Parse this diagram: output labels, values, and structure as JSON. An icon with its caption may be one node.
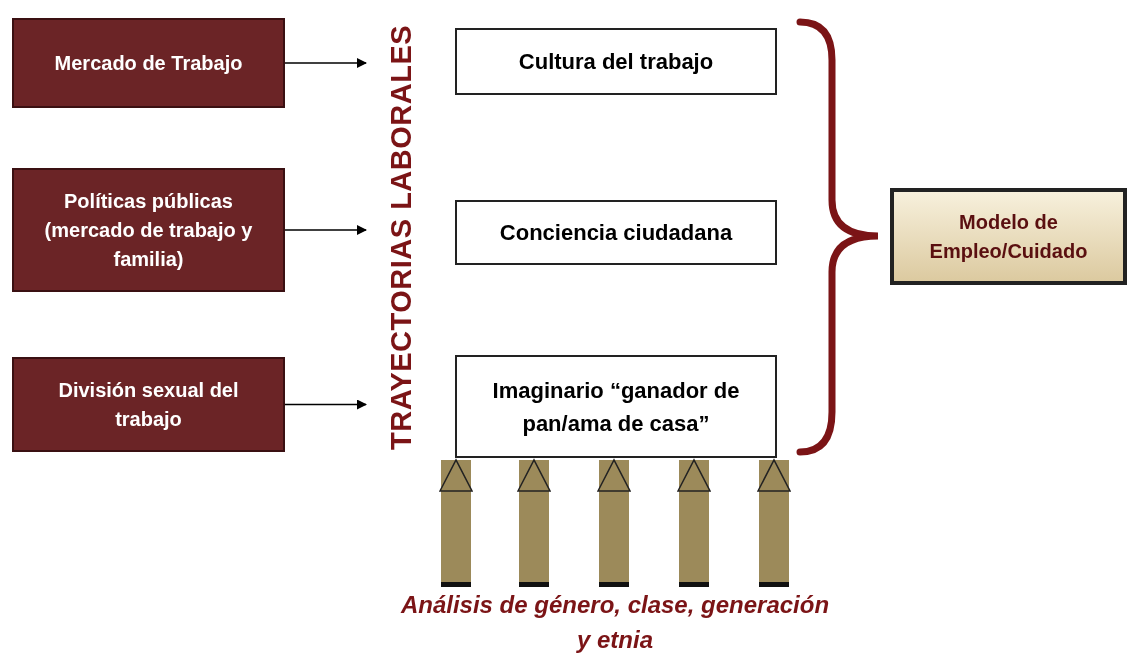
{
  "diagram": {
    "nodes": [
      {
        "text": [
          "Mercado de Trabajo"
        ]
      },
      {
        "text": [
          "Políticas públicas (mercado de trabajo y familia)"
        ]
      },
      {
        "text": [
          "División sexual del trabajo"
        ]
      },
      {
        "text": [
          "TRAYECTORIAS LABORALES"
        ]
      },
      {
        "text": [
          "Cultura del trabajo"
        ]
      },
      {
        "text": [
          "Conciencia ciudadana"
        ]
      },
      {
        "text": [
          "Imaginario “ganador de pan/ama de casa”"
        ]
      },
      {
        "text": [
          "Modelo de Empleo/Cuidado"
        ]
      },
      {
        "text": [
          "Análisis de género, clase, generación y etnia"
        ]
      }
    ],
    "edges": [
      {
        "from": 0,
        "to": 3,
        "arrow": "to",
        "color": "#000000"
      },
      {
        "from": 1,
        "to": 3,
        "arrow": "to",
        "color": "#000000"
      },
      {
        "from": 2,
        "to": 3,
        "arrow": "to",
        "color": "#000000"
      },
      {
        "from": 8,
        "to": 6,
        "arrow": "to"
      },
      {
        "from": 8,
        "to": 6,
        "arrow": "to"
      },
      {
        "from": 8,
        "to": 6,
        "arrow": "to"
      },
      {
        "from": 8,
        "to": 6,
        "arrow": "to"
      },
      {
        "from": 8,
        "to": 6,
        "arrow": "to"
      }
    ]
  }
}
